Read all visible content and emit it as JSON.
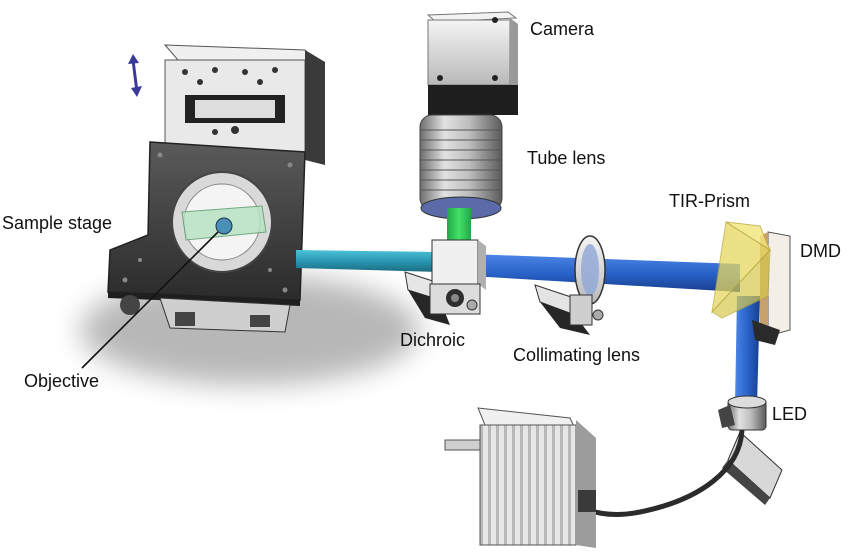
{
  "labels": {
    "camera": "Camera",
    "tube_lens": "Tube lens",
    "tir_prism": "TIR-Prism",
    "dmd": "DMD",
    "sample_stage": "Sample stage",
    "dichroic": "Dichroic",
    "collimating_lens": "Collimating lens",
    "objective": "Objective",
    "led": "LED"
  },
  "colors": {
    "excitation_beam": "#2a63c9",
    "emission_beam": "#22cc55",
    "teal_beam": "#2aa0b8",
    "prism": "#e8d860",
    "stage_dark": "#3c3c3c"
  }
}
